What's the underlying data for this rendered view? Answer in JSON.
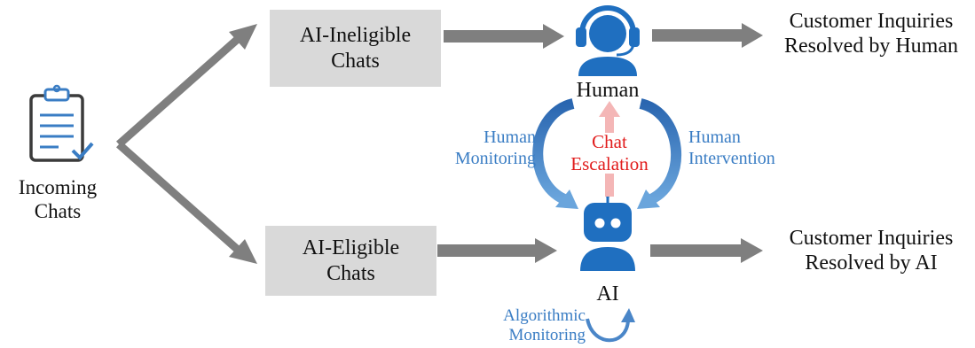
{
  "source": {
    "line1": "Incoming",
    "line2": "Chats"
  },
  "ineligible_box": {
    "line1": "AI-Ineligible",
    "line2": "Chats"
  },
  "eligible_box": {
    "line1": "AI-Eligible",
    "line2": "Chats"
  },
  "human": {
    "label": "Human"
  },
  "ai": {
    "label": "AI"
  },
  "outcome_human": {
    "line1": "Customer Inquiries",
    "line2": "Resolved by Human"
  },
  "outcome_ai": {
    "line1": "Customer Inquiries",
    "line2": "Resolved by AI"
  },
  "human_monitoring": {
    "line1": "Human",
    "line2": "Monitoring"
  },
  "human_intervention": {
    "line1": "Human",
    "line2": "Intervention"
  },
  "chat_escalation": {
    "line1": "Chat",
    "line2": "Escalation"
  },
  "algorithmic_monitoring": {
    "line1": "Algorithmic",
    "line2": "Monitoring"
  },
  "colors": {
    "arrow_gray": "#7f7f7f",
    "box_gray": "#d9d9d9",
    "icon_blue": "#1f6fc0",
    "monitor_blue": "#3a7dc4",
    "escalation_red": "#e11c1c",
    "escalation_pink": "#f4b6b6"
  }
}
